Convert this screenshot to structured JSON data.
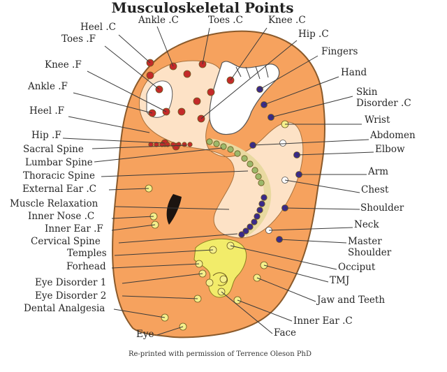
{
  "title": "Musculoskeletal Points",
  "credit": "Re-printed with permission of Terrence Oleson PhD",
  "colors": {
    "ear_fill": "#f6a25e",
    "ear_stroke": "#8a5a2b",
    "inner_region": "#fde2c6",
    "lobe_region": "#f2ec6a",
    "red_point": "#c42a2a",
    "purple_point": "#3a2a8a",
    "yellow_point": "#f5f08c",
    "green_point": "#9cb86a"
  },
  "labels": [
    {
      "id": "heel-c",
      "text": "Heel .C"
    },
    {
      "id": "ankle-c",
      "text": "Ankle .C"
    },
    {
      "id": "toes-c",
      "text": "Toes .C"
    },
    {
      "id": "knee-c",
      "text": "Knee .C"
    },
    {
      "id": "toes-f",
      "text": "Toes .F"
    },
    {
      "id": "hip-c",
      "text": "Hip .C"
    },
    {
      "id": "fingers",
      "text": "Fingers"
    },
    {
      "id": "knee-f",
      "text": "Knee .F"
    },
    {
      "id": "hand",
      "text": "Hand"
    },
    {
      "id": "ankle-f",
      "text": "Ankle .F"
    },
    {
      "id": "skin-disorder-c-1",
      "text": "Skin"
    },
    {
      "id": "skin-disorder-c-2",
      "text": "Disorder .C"
    },
    {
      "id": "heel-f",
      "text": "Heel .F"
    },
    {
      "id": "wrist",
      "text": "Wrist"
    },
    {
      "id": "hip-f",
      "text": "Hip .F"
    },
    {
      "id": "abdomen",
      "text": "Abdomen"
    },
    {
      "id": "sacral-spine",
      "text": "Sacral Spine"
    },
    {
      "id": "elbow",
      "text": "Elbow"
    },
    {
      "id": "lumbar-spine",
      "text": "Lumbar Spine"
    },
    {
      "id": "thoracic-spine",
      "text": "Thoracic Spine"
    },
    {
      "id": "arm",
      "text": "Arm"
    },
    {
      "id": "external-ear-c",
      "text": "External Ear .C"
    },
    {
      "id": "chest",
      "text": "Chest"
    },
    {
      "id": "muscle-relaxation",
      "text": "Muscle Relaxation"
    },
    {
      "id": "shoulder",
      "text": "Shoulder"
    },
    {
      "id": "inner-nose-c",
      "text": "Inner Nose .C"
    },
    {
      "id": "inner-ear-f",
      "text": "Inner Ear .F"
    },
    {
      "id": "neck",
      "text": "Neck"
    },
    {
      "id": "cervical-spine",
      "text": "Cervical Spine"
    },
    {
      "id": "master-shoulder-1",
      "text": "Master"
    },
    {
      "id": "master-shoulder-2",
      "text": "Shoulder"
    },
    {
      "id": "temples",
      "text": "Temples"
    },
    {
      "id": "occiput",
      "text": "Occiput"
    },
    {
      "id": "forhead",
      "text": "Forhead"
    },
    {
      "id": "tmj",
      "text": "TMJ"
    },
    {
      "id": "eye-disorder-1",
      "text": "Eye Disorder 1"
    },
    {
      "id": "jaw-and-teeth",
      "text": "Jaw and Teeth"
    },
    {
      "id": "eye-disorder-2",
      "text": "Eye Disorder 2"
    },
    {
      "id": "dental-analgesia",
      "text": "Dental Analgesia"
    },
    {
      "id": "inner-ear-c",
      "text": "Inner Ear .C"
    },
    {
      "id": "face",
      "text": "Face"
    },
    {
      "id": "eye",
      "text": "Eye"
    }
  ]
}
